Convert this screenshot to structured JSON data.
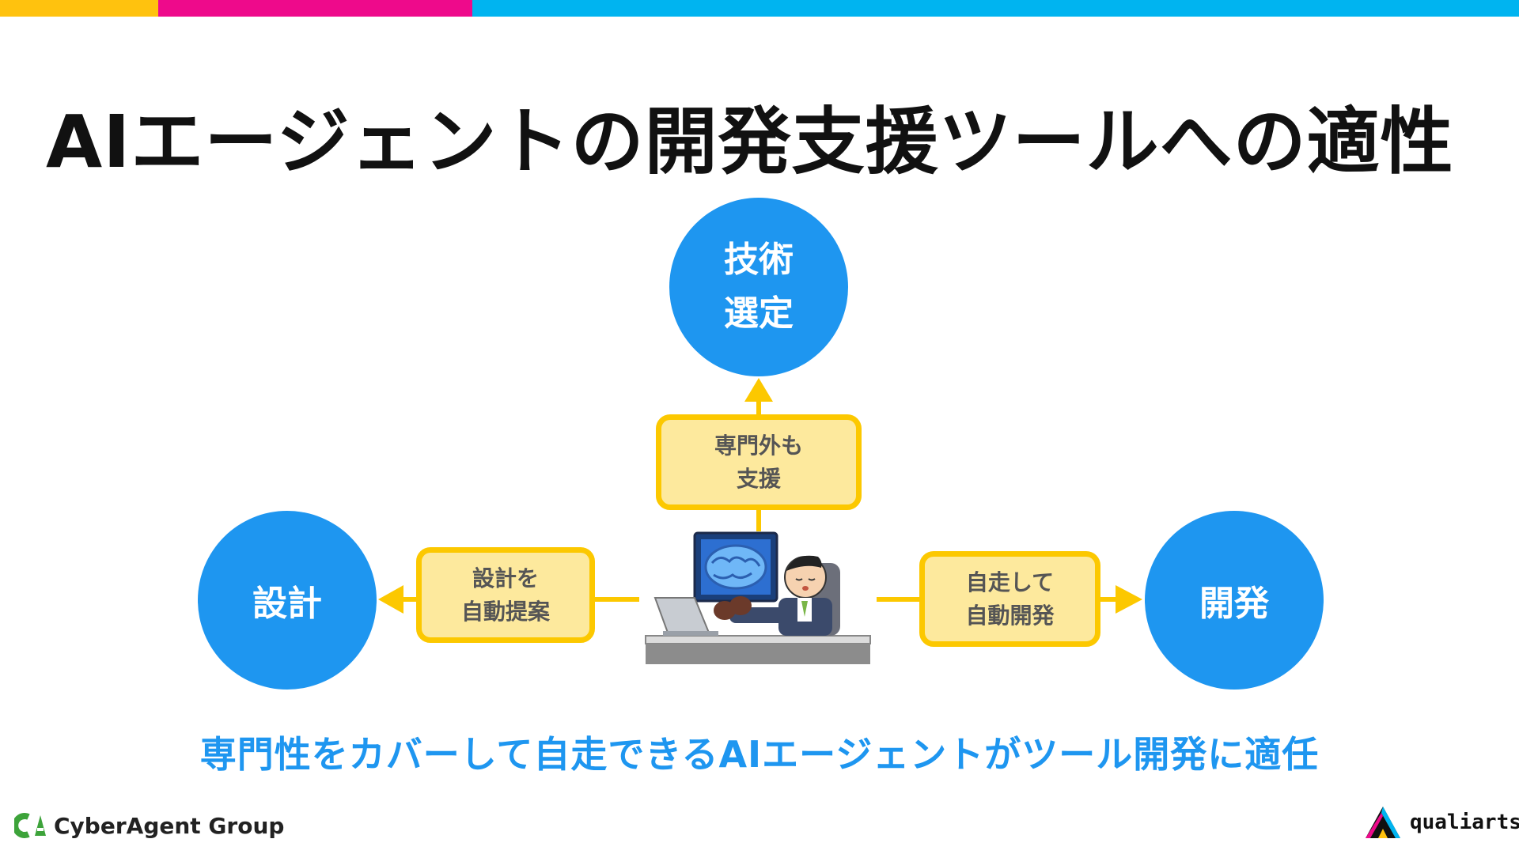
{
  "title": "AIエージェントの開発支援ツールへの適性",
  "nodes": {
    "top": {
      "line1": "技術",
      "line2": "選定"
    },
    "left": {
      "label": "設計"
    },
    "right": {
      "label": "開発"
    }
  },
  "boxes": {
    "top": {
      "line1": "専門外も",
      "line2": "支援"
    },
    "left": {
      "line1": "設計を",
      "line2": "自動提案"
    },
    "right": {
      "line1": "自走して",
      "line2": "自動開発"
    }
  },
  "conclusion": "専門性をカバーして自走できるAIエージェントがツール開発に適任",
  "footer": {
    "left_logo": "CyberAgent Group",
    "right_logo": "qualiarts"
  },
  "colors": {
    "circle": "#1e96f0",
    "box_fill": "#fde99d",
    "box_border": "#fcc800",
    "arrow": "#fcc800",
    "conclusion_text": "#1e96f0",
    "stripe": [
      "#ffc20e",
      "#ee0a8b",
      "#00b4f0"
    ]
  },
  "icons": [
    "ai-brain-monitor-icon",
    "relaxing-person-icon",
    "laptop-icon",
    "cyberagent-logo-icon",
    "qualiarts-logo-icon"
  ]
}
